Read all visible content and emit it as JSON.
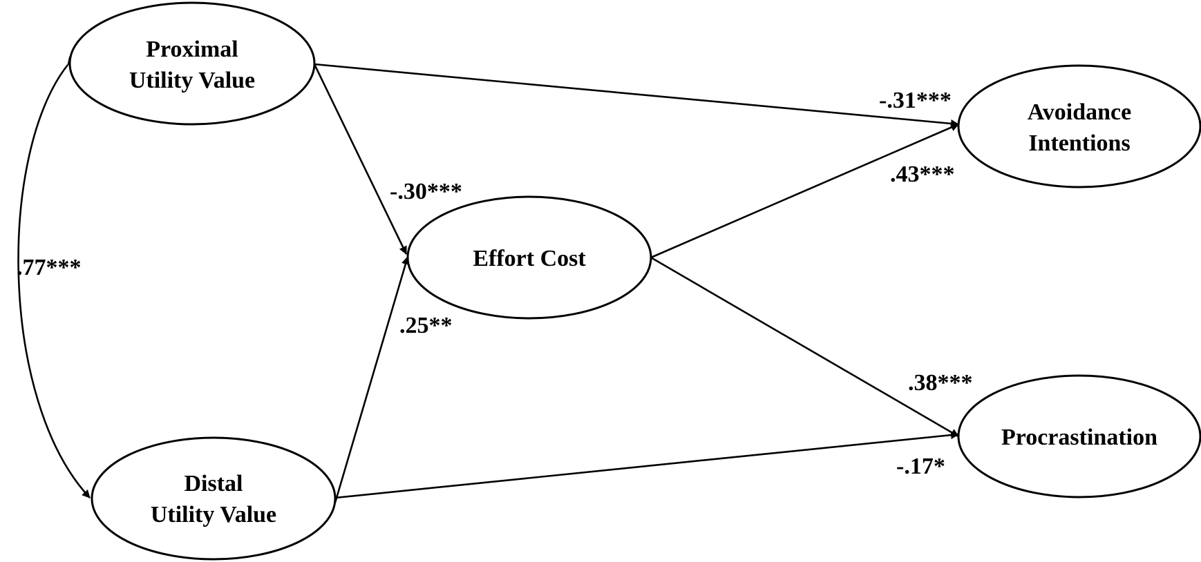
{
  "nodes": {
    "proximal": {
      "line1": "Proximal",
      "line2": "Utility Value"
    },
    "distal": {
      "line1": "Distal",
      "line2": "Utility Value"
    },
    "effort": {
      "line1": "Effort Cost"
    },
    "avoidance": {
      "line1": "Avoidance",
      "line2": "Intentions"
    },
    "procrastination": {
      "line1": "Procrastination"
    }
  },
  "paths": {
    "proximal_distal": ".77***",
    "proximal_effort": "-.30***",
    "distal_effort": ".25**",
    "proximal_avoidance": "-.31***",
    "effort_avoidance": ".43***",
    "effort_procrastination": ".38***",
    "distal_procrastination": "-.17*"
  },
  "colors": {
    "stroke": "#000000",
    "background": "#ffffff"
  }
}
